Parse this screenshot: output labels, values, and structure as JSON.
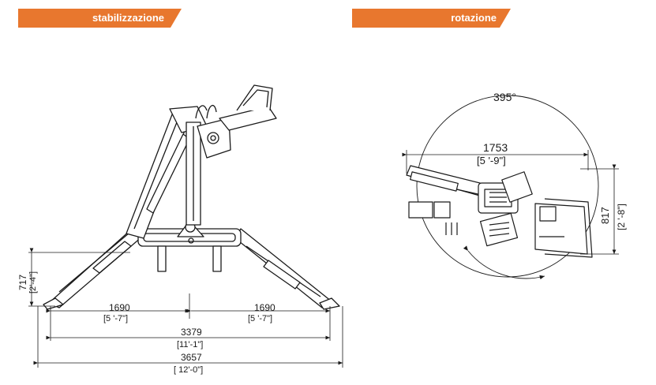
{
  "banners": {
    "left": "stabilizzazione",
    "right": "rotazione"
  },
  "colors": {
    "accent": "#e8772e",
    "line": "#1a1a1a"
  },
  "left_view": {
    "height_mm": "717",
    "height_ft": "[2'-4\"]",
    "half_left_mm": "1690",
    "half_left_ft": "[5 '-7\"]",
    "half_right_mm": "1690",
    "half_right_ft": "[5 '-7\"]",
    "span_mm": "3379",
    "span_ft": "[11'-1\"]",
    "total_mm": "3657",
    "total_ft": "[ 12'-0\"]"
  },
  "right_view": {
    "rotation": "395°",
    "length_mm": "1753",
    "length_ft": "[5 '-9\"]",
    "height_mm": "817",
    "height_ft": "[2 '-8\"]"
  }
}
